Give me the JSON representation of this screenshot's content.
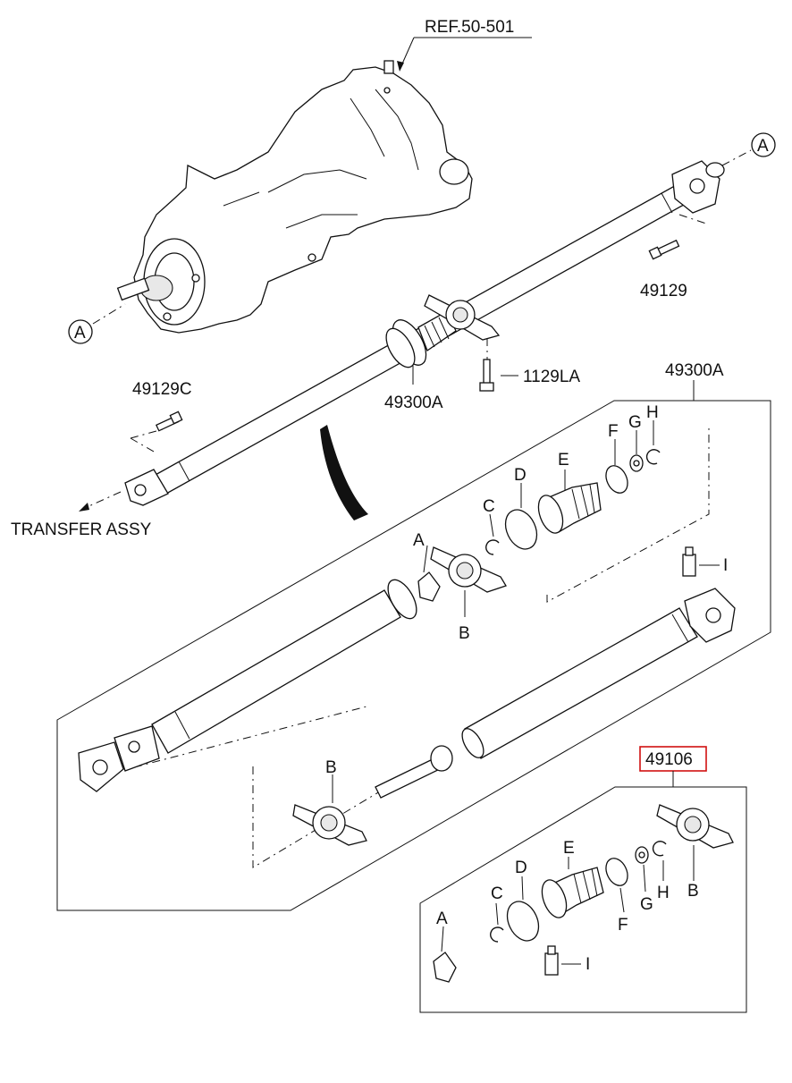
{
  "labels": {
    "ref": "REF.50-501",
    "marker_a_top": "A",
    "marker_a_left": "A",
    "bolt_49129": "49129",
    "bolt_49129c": "49129C",
    "bolt_1129la": "1129LA",
    "assy_49300a_shaft": "49300A",
    "assy_49300a_box": "49300A",
    "transfer": "TRANSFER ASSY",
    "box1_a": "A",
    "box1_b": "B",
    "box1_c": "C",
    "box1_d": "D",
    "box1_e": "E",
    "box1_f": "F",
    "box1_g": "G",
    "box1_h": "H",
    "box1_i": "I",
    "box1_b2": "B",
    "part_49106": "49106",
    "box2_a": "A",
    "box2_b": "B",
    "box2_c": "C",
    "box2_d": "D",
    "box2_e": "E",
    "box2_f": "F",
    "box2_g": "G",
    "box2_h": "H",
    "box2_i": "I"
  },
  "colors": {
    "line": "#111111",
    "highlight_box": "#d01010",
    "background": "#ffffff"
  }
}
